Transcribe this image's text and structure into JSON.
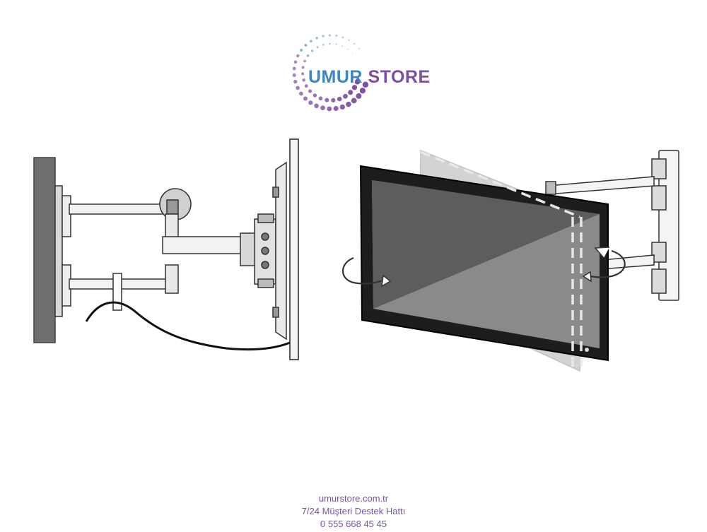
{
  "brand": {
    "name_part1": "UMUR",
    "name_part2": "STORE",
    "color_blue": "#3d86c3",
    "color_purple": "#7b4ea3"
  },
  "figures": [
    {
      "icon": "side-view-articulating-mount-icon"
    },
    {
      "icon": "swivel-tv-mount-icon"
    }
  ],
  "footer": {
    "website": "umurstore.com.tr",
    "support_label": "7/24 Müşteri Destek Hattı",
    "phone": "0 555 668 45 45"
  }
}
